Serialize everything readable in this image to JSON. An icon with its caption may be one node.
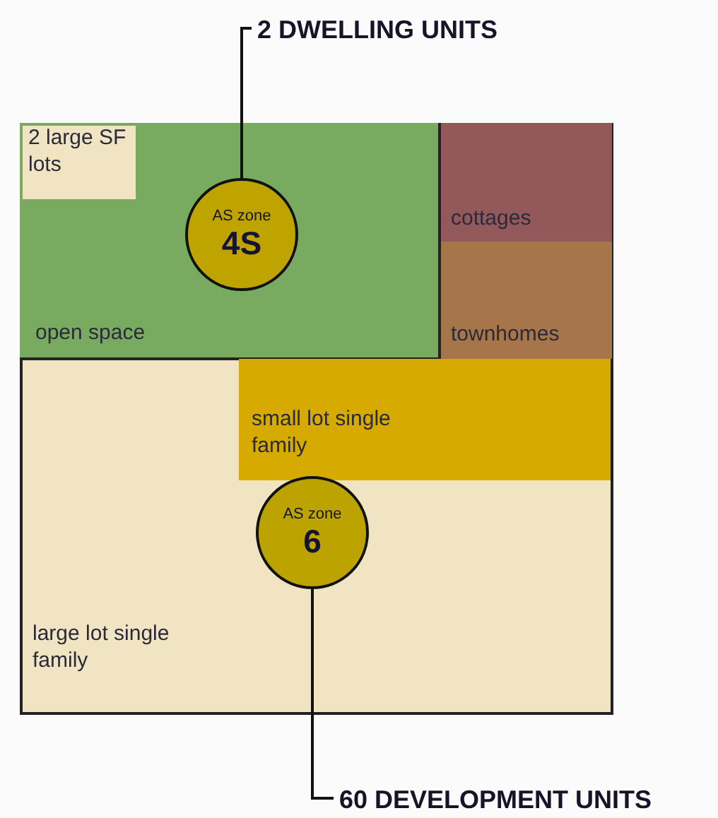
{
  "diagram": {
    "nodes": [
      {
        "text": [
          "large lot single family"
        ]
      },
      {
        "text": [
          "open space"
        ],
        "in": 0
      },
      {
        "text": [
          "2 large SF lots"
        ],
        "in": 1
      },
      {
        "text": [
          "AS zone",
          "4S"
        ],
        "in": 1
      },
      {
        "text": [
          "cottages"
        ],
        "in": 0
      },
      {
        "text": [
          "townhomes"
        ],
        "in": 0
      },
      {
        "text": [
          "small lot single family"
        ],
        "in": 0
      },
      {
        "text": [
          "AS zone",
          "6"
        ],
        "in": 0
      },
      {
        "text": [
          "2 DWELLING UNITS"
        ]
      },
      {
        "text": [
          "60 DEVELOPMENT UNITS"
        ]
      }
    ],
    "edges": [
      {
        "from": 8,
        "to": 3,
        "arrow": "none"
      },
      {
        "from": 7,
        "to": 9,
        "arrow": "none"
      }
    ]
  }
}
